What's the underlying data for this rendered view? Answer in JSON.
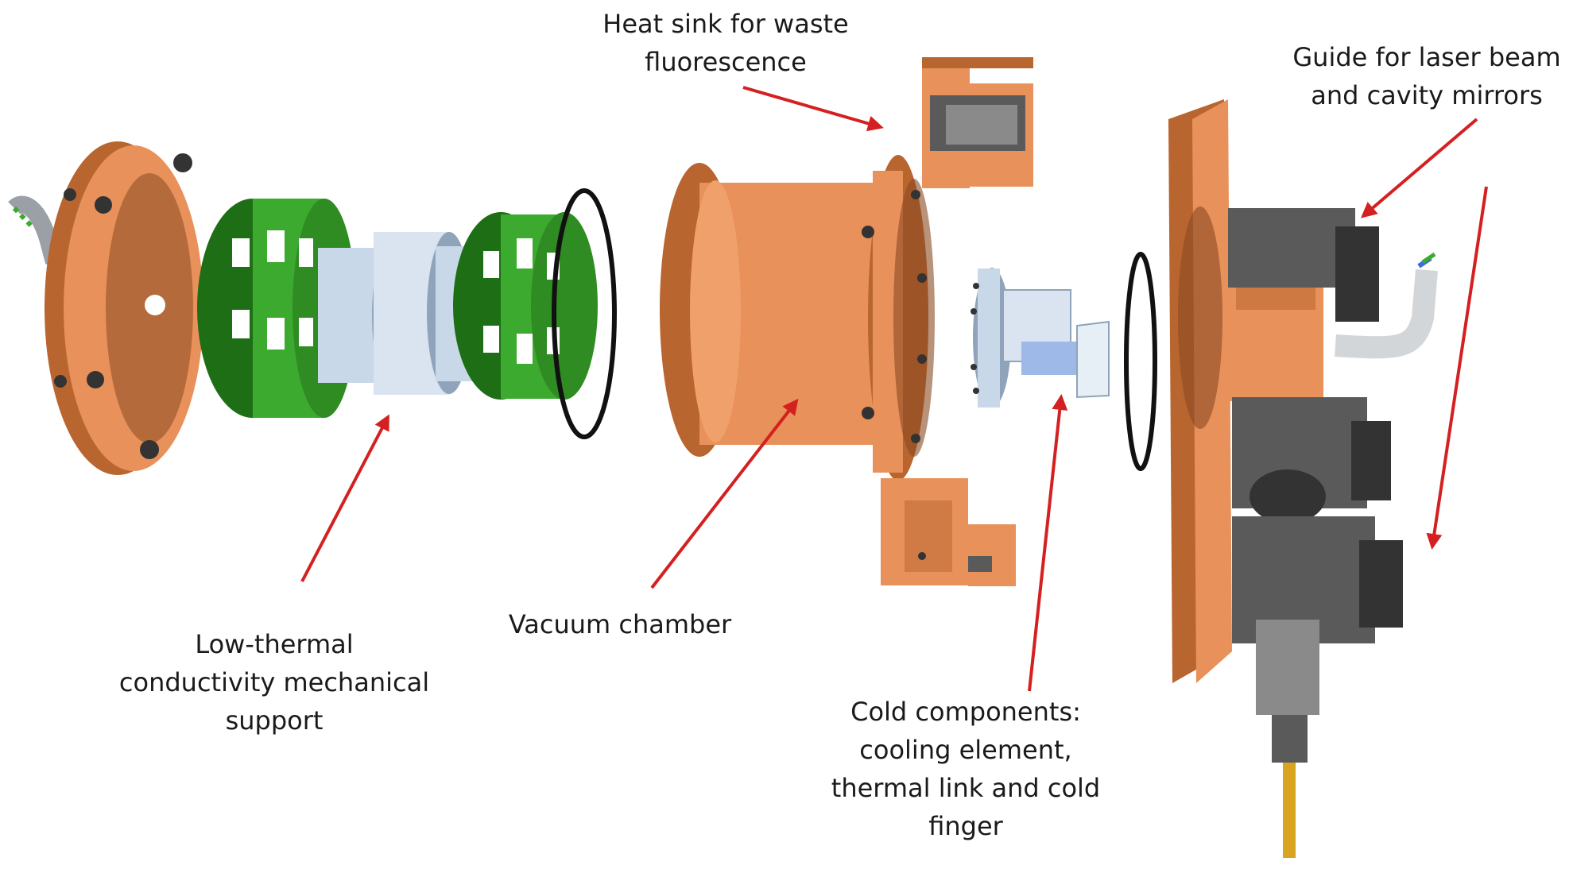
{
  "colors": {
    "copper": "#E8915A",
    "copper_dark": "#B8652F",
    "copper_shadow": "#8A4A22",
    "green": "#3BAA2E",
    "green_dark": "#1E6E16",
    "steel": "#C9D8E8",
    "steel_dark": "#8FA4BA",
    "gray": "#5A5A5A",
    "gray_dark": "#333333",
    "arrow": "#D42020",
    "gold": "#D9A520"
  },
  "labels": {
    "heat_sink": [
      "Heat sink for waste",
      "fluorescence"
    ],
    "guide": [
      "Guide for laser beam",
      "and cavity mirrors"
    ],
    "vacuum": [
      "Vacuum chamber"
    ],
    "support": [
      "Low-thermal",
      "conductivity mechanical",
      "support"
    ],
    "cold": [
      "Cold components:",
      "cooling element,",
      "thermal link and cold",
      "finger"
    ]
  }
}
